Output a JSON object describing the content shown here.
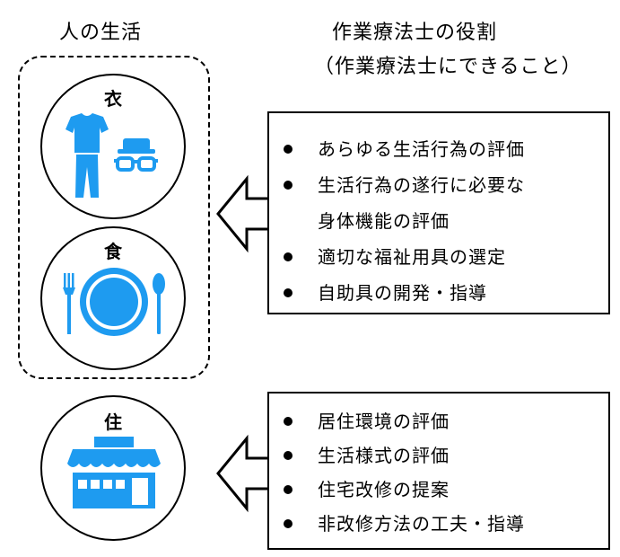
{
  "left_heading": "人の生活",
  "right_heading": {
    "line1": "作業療法士の役割",
    "line2": "（作業療法士にできること）"
  },
  "circles": {
    "clothing": {
      "label": "衣",
      "icons": [
        "tshirt-icon",
        "pants-icon",
        "hat-icon",
        "glasses-icon"
      ]
    },
    "food": {
      "label": "食",
      "icons": [
        "fork-icon",
        "plate-icon",
        "spoon-icon"
      ]
    },
    "housing": {
      "label": "住",
      "icons": [
        "shop-building-icon"
      ]
    }
  },
  "box_top": {
    "items": [
      "あらゆる生活行為の評価",
      "生活行為の遂行に必要な",
      "身体機能の評価",
      "適切な福祉用具の選定",
      "自助具の開発・指導"
    ]
  },
  "box_bottom": {
    "items": [
      "居住環境の評価",
      "生活様式の評価",
      "住宅改修の提案",
      "非改修方法の工夫・指導"
    ]
  },
  "colors": {
    "icon_blue": "#1e9bf0",
    "stroke": "#000000"
  }
}
